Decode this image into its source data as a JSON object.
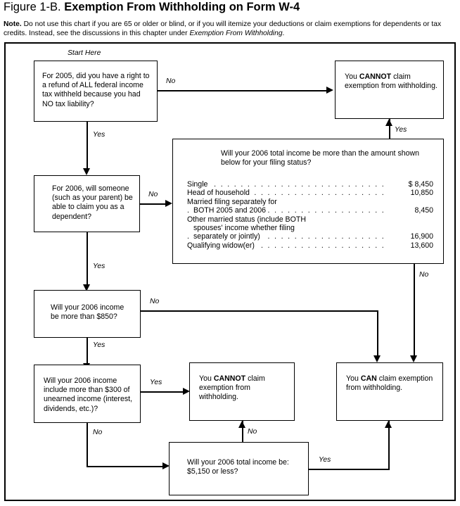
{
  "figure": {
    "number": "Figure 1-B.",
    "title": "Exemption From Withholding on Form W-4",
    "note_label": "Note.",
    "note_text_1": " Do not use this chart if you are 65 or older or blind, or if you will itemize your deductions or claim exemptions for dependents or tax credits. Instead, see the discussions in this chapter under ",
    "note_italic": "Exemption From Withholding",
    "note_text_2": "."
  },
  "flow": {
    "start_label": "Start Here",
    "q1": "For 2005, did you have a right to a refund of ALL federal income tax withheld because you had NO tax liability?",
    "q2": "For 2006, will someone (such as your parent) be able to claim you as a dependent?",
    "q3": "Will your 2006 income be more than $850?",
    "q4": "Will your 2006 income include more than $300 of unearned income (interest, dividends, etc.)?",
    "q5": "Will your 2006 total income be: $5,150 or less?",
    "cannot_1_pre": "You ",
    "cannot_1_strong": "CANNOT",
    "cannot_1_post": " claim exemption from withholding.",
    "cannot_2_pre": "You ",
    "cannot_2_strong": "CANNOT",
    "cannot_2_post": " claim exemption from withholding.",
    "can_pre": "You ",
    "can_strong": "CAN",
    "can_post": " claim exemption from withholding.",
    "edge_no": "No",
    "edge_yes": "Yes"
  },
  "income_table": {
    "question": "Will your 2006 total income be more than the amount shown below for your filing status?",
    "rows": [
      {
        "label": "Single",
        "amount": "$ 8,450",
        "indent": false,
        "leader": true
      },
      {
        "label": "Head of household",
        "amount": "10,850",
        "indent": false,
        "leader": true
      },
      {
        "label": "Married filing separately for",
        "amount": "",
        "indent": false,
        "leader": false
      },
      {
        "label": "BOTH 2005 and 2006",
        "amount": "8,450",
        "indent": true,
        "leader": true
      },
      {
        "label": "Other married status (include BOTH",
        "amount": "",
        "indent": false,
        "leader": false
      },
      {
        "label": "spouses' income whether filing",
        "amount": "",
        "indent": true,
        "leader": false
      },
      {
        "label": "separately or jointly)",
        "amount": "16,900",
        "indent": true,
        "leader": true
      },
      {
        "label": "Qualifying widow(er)",
        "amount": "13,600",
        "indent": false,
        "leader": true
      }
    ]
  },
  "chart_data": {
    "type": "diagram",
    "title": "Exemption From Withholding on Form W-4",
    "nodes": [
      {
        "id": "q1",
        "kind": "decision",
        "text": "For 2005, did you have a right to a refund of ALL federal income tax withheld because you had NO tax liability?"
      },
      {
        "id": "q2",
        "kind": "decision",
        "text": "For 2006, will someone (such as your parent) be able to claim you as a dependent?"
      },
      {
        "id": "qtable",
        "kind": "decision",
        "text": "Will your 2006 total income be more than the amount shown below for your filing status?"
      },
      {
        "id": "q3",
        "kind": "decision",
        "text": "Will your 2006 income be more than $850?"
      },
      {
        "id": "q4",
        "kind": "decision",
        "text": "Will your 2006 income include more than $300 of unearned income (interest, dividends, etc.)?"
      },
      {
        "id": "q5",
        "kind": "decision",
        "text": "Will your 2006 total income be: $5,150 or less?"
      },
      {
        "id": "cannot1",
        "kind": "terminal",
        "text": "You CANNOT claim exemption from withholding."
      },
      {
        "id": "cannot2",
        "kind": "terminal",
        "text": "You CANNOT claim exemption from withholding."
      },
      {
        "id": "can",
        "kind": "terminal",
        "text": "You CAN claim exemption from withholding."
      }
    ],
    "edges": [
      {
        "from": "q1",
        "to": "cannot1",
        "label": "No"
      },
      {
        "from": "q1",
        "to": "q2",
        "label": "Yes"
      },
      {
        "from": "q2",
        "to": "qtable",
        "label": "No"
      },
      {
        "from": "q2",
        "to": "q3",
        "label": "Yes"
      },
      {
        "from": "qtable",
        "to": "cannot1",
        "label": "Yes"
      },
      {
        "from": "qtable",
        "to": "can",
        "label": "No"
      },
      {
        "from": "q3",
        "to": "can",
        "label": "No"
      },
      {
        "from": "q3",
        "to": "q4",
        "label": "Yes"
      },
      {
        "from": "q4",
        "to": "cannot2",
        "label": "Yes"
      },
      {
        "from": "q4",
        "to": "q5",
        "label": "No"
      },
      {
        "from": "q5",
        "to": "cannot2",
        "label": "No"
      },
      {
        "from": "q5",
        "to": "can",
        "label": "Yes"
      }
    ]
  }
}
